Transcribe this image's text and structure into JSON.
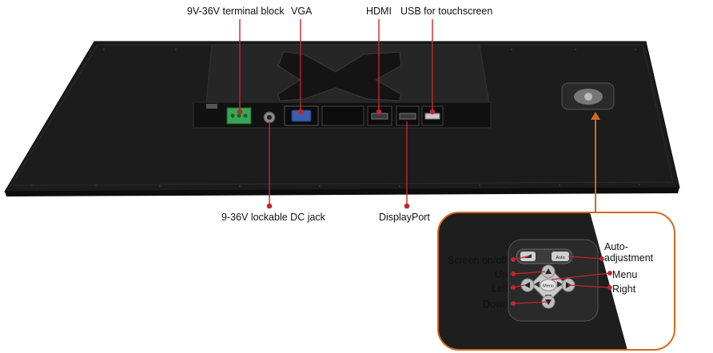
{
  "callouts": {
    "terminal_block": "9V-36V terminal block",
    "vga": "VGA",
    "hdmi": "HDMI",
    "usb_touch": "USB for touchscreen",
    "dc_jack": "9-36V lockable DC jack",
    "displayport": "DisplayPort"
  },
  "keypad_labels": {
    "screen_onoff": "Screen on/off",
    "auto_adjust": "Auto-\nadjustment",
    "up": "Up",
    "menu": "Menu",
    "left": "Left",
    "right": "Right",
    "down": "Down"
  },
  "key_caps": {
    "menu": "Menu",
    "auto": "Auto"
  },
  "colors": {
    "accent": "#c1272d",
    "callout_frame": "#d2691e",
    "panel": "#1a1a1a"
  }
}
